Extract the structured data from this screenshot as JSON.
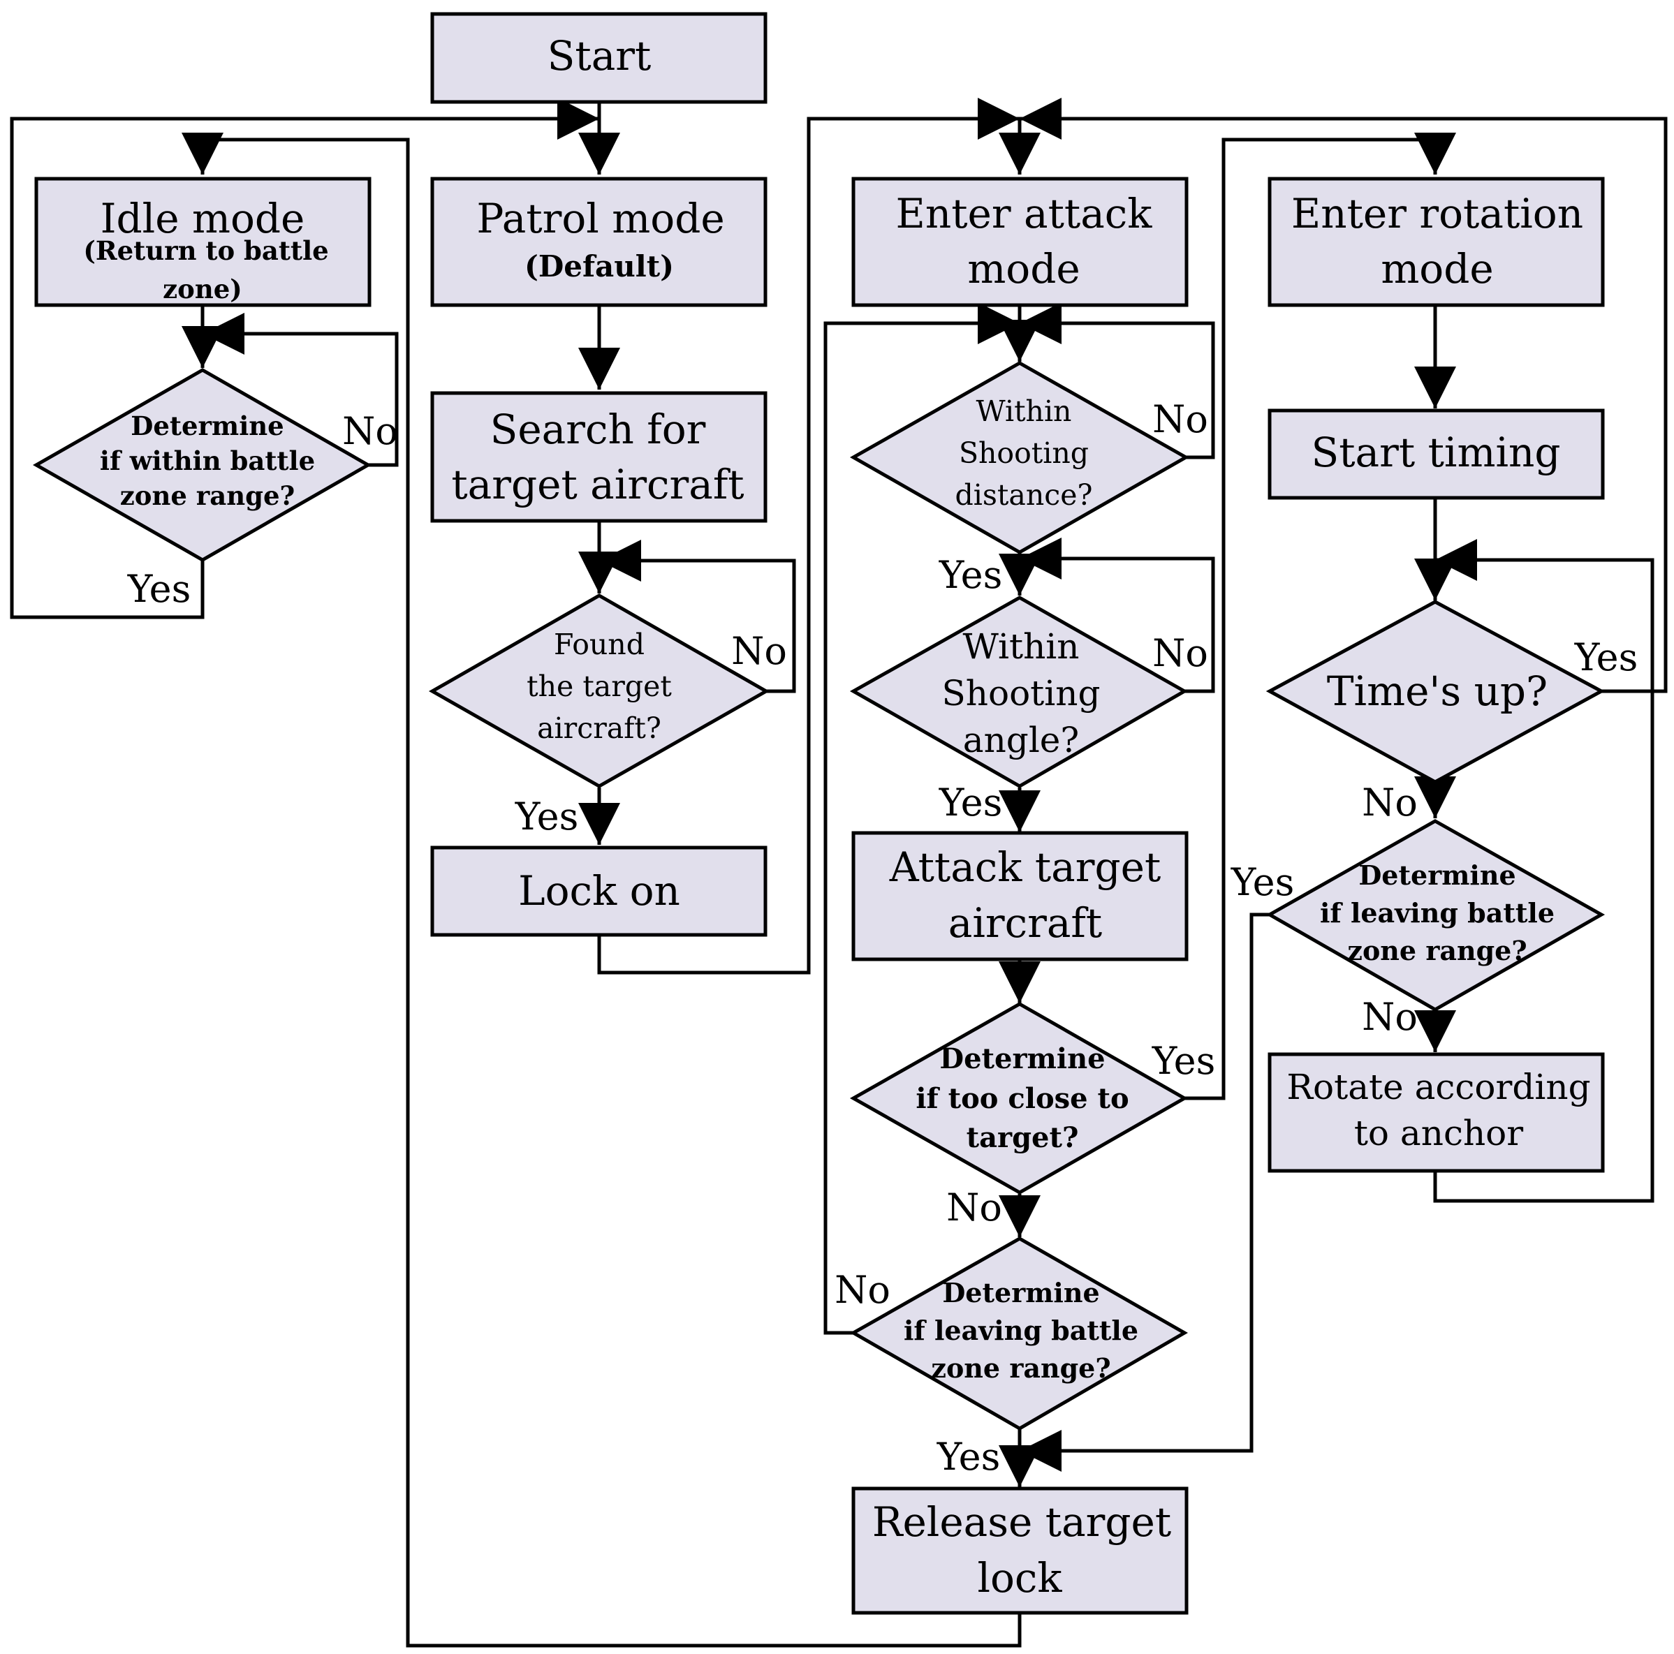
{
  "nodes": {
    "start": {
      "lines": [
        "Start"
      ]
    },
    "idle": {
      "lines": [
        "Idle mode"
      ],
      "sub_lines": [
        "(Return to battle",
        "zone)"
      ]
    },
    "patrol": {
      "lines": [
        "Patrol mode"
      ],
      "sub_lines": [
        "(Default)"
      ]
    },
    "enter_attack": {
      "lines": [
        "Enter attack",
        "mode"
      ]
    },
    "enter_rotation": {
      "lines": [
        "Enter rotation",
        "mode"
      ]
    },
    "q_within_zone": {
      "lines": [
        "Determine",
        "if within battle",
        "zone range?"
      ]
    },
    "search": {
      "lines": [
        "Search for",
        "target aircraft"
      ]
    },
    "q_found": {
      "lines": [
        "Found",
        "the target",
        "aircraft?"
      ]
    },
    "lock_on": {
      "lines": [
        "Lock on"
      ]
    },
    "q_distance": {
      "lines": [
        "Within",
        "Shooting",
        "distance?"
      ]
    },
    "q_angle": {
      "lines": [
        "Within",
        "Shooting",
        "angle?"
      ]
    },
    "attack": {
      "lines": [
        "Attack target",
        "aircraft"
      ]
    },
    "q_too_close": {
      "lines": [
        "Determine",
        "if too close to",
        "target?"
      ]
    },
    "q_leaving_attack": {
      "lines": [
        "Determine",
        "if leaving battle",
        "zone range?"
      ]
    },
    "release": {
      "lines": [
        "Release target",
        "lock"
      ]
    },
    "start_timing": {
      "lines": [
        "Start timing"
      ]
    },
    "q_times_up": {
      "lines": [
        "Time's up?"
      ]
    },
    "q_leaving_rotation": {
      "lines": [
        "Determine",
        "if leaving battle",
        "zone range?"
      ]
    },
    "rotate": {
      "lines": [
        "Rotate according",
        "to anchor"
      ]
    }
  },
  "edge_labels": {
    "zone_no": "No",
    "zone_yes": "Yes",
    "found_no": "No",
    "found_yes": "Yes",
    "distance_no": "No",
    "distance_yes": "Yes",
    "angle_no": "No",
    "angle_yes": "Yes",
    "too_close_yes": "Yes",
    "too_close_no": "No",
    "leaving_attack_no": "No",
    "leaving_attack_yes": "Yes",
    "times_up_yes": "Yes",
    "times_up_no": "No",
    "leaving_rotation_yes": "Yes",
    "leaving_rotation_no": "No"
  },
  "colors": {
    "node_fill": "#e1dfec",
    "stroke": "#000000"
  }
}
